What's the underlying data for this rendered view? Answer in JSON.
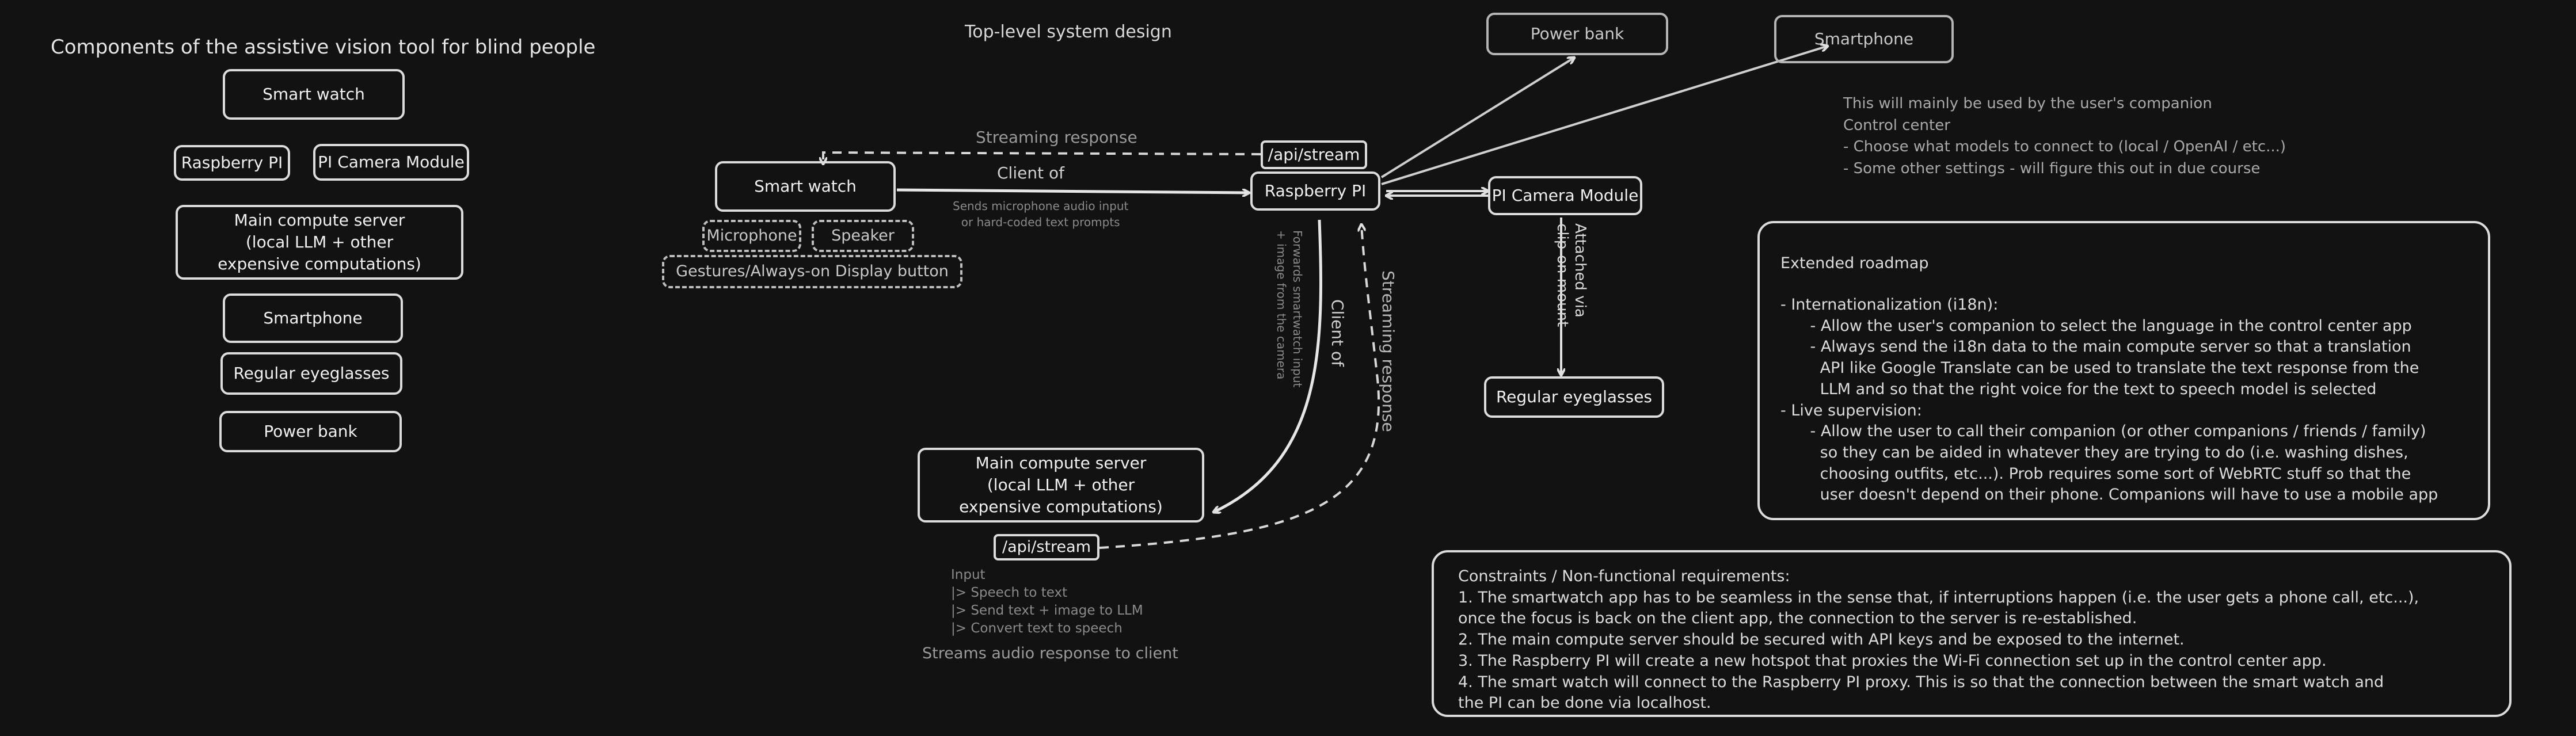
{
  "left_panel": {
    "title": "Components of the assistive vision tool for blind people",
    "items": [
      "Smart watch",
      "Raspberry PI",
      "PI Camera Module",
      "Main compute server\n(local LLM + other\nexpensive computations)",
      "Smartphone",
      "Regular eyeglasses",
      "Power bank"
    ]
  },
  "design": {
    "title": "Top-level system design",
    "smart_watch": "Smart watch",
    "microphone": "Microphone",
    "speaker": "Speaker",
    "gestures": "Gestures/Always-on Display button",
    "raspberry_pi": "Raspberry PI",
    "api_stream_top": "/api/stream",
    "api_stream_bottom": "/api/stream",
    "pi_camera": "PI Camera Module",
    "power_bank": "Power bank",
    "smartphone": "Smartphone",
    "eyeglasses": "Regular eyeglasses",
    "main_server": "Main compute server\n(local LLM + other\nexpensive computations)",
    "label_streaming_response_top": "Streaming response",
    "label_client_of_top": "Client of",
    "label_sends_audio": "Sends microphone audio input\nor hard-coded text prompts",
    "label_forwards": "Forwards smartwatch input\n+ image from the camera",
    "label_client_of_vertical": "Client of",
    "label_streaming_response_vertical": "Streaming response",
    "label_attached": "Attached via\nclip-on mount",
    "input_notes": "Input\n|> Speech to text\n|> Send text + image to LLM\n|> Convert text to speech",
    "streams_audio": "Streams audio response to client",
    "smartphone_notes": "This will mainly be used by the user's companion\nControl center\n- Choose what models to connect to (local / OpenAI / etc...)\n- Some other settings - will figure this out in due course"
  },
  "roadmap": {
    "title": "Extended roadmap",
    "body": "- Internationalization (i18n):\n      - Allow the user's companion to select the language in the control center app\n      - Always send the i18n data to the main compute server so that a translation\n        API like Google Translate can be used to translate the text response from the\n        LLM and so that the right voice for the text to speech model is selected\n- Live supervision:\n      - Allow the user to call their companion (or other companions / friends / family)\n        so they can be aided in whatever they are trying to do (i.e. washing dishes,\n        choosing outfits, etc...). Prob requires some sort of WebRTC stuff so that the\n        user doesn't depend on their phone. Companions will have to use a mobile app"
  },
  "constraints": {
    "body": "Constraints / Non-functional requirements:\n1. The smartwatch app has to be seamless in the sense that, if interruptions happen (i.e. the user gets a phone call, etc...),\nonce the focus is back on the client app, the connection to the server is re-established.\n2. The main compute server should be secured with API keys and be exposed to the internet.\n3. The Raspberry PI will create a new hotspot that proxies the Wi-Fi connection set up in the control center app.\n4. The smart watch will connect to the Raspberry PI proxy. This is so that the connection between the smart watch and\nthe PI can be done via localhost."
  }
}
